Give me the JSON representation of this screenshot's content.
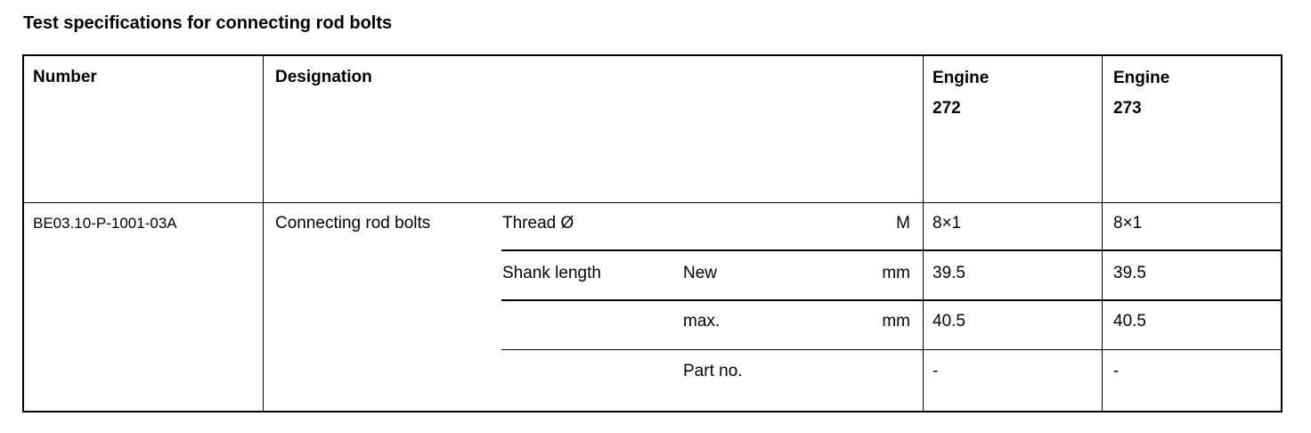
{
  "title": "Test specifications for connecting rod bolts",
  "headers": {
    "number": "Number",
    "designation": "Designation",
    "engine1_line1": "Engine",
    "engine1_line2": "272",
    "engine2_line1": "Engine",
    "engine2_line2": "273"
  },
  "row": {
    "number": "BE03.10-P-1001-03A",
    "designation": "Connecting rod bolts",
    "thread": {
      "label": "Thread Ø",
      "unit": "M",
      "e272": "8×1",
      "e273": "8×1"
    },
    "shank_new": {
      "label": "Shank length",
      "sub": "New",
      "unit": "mm",
      "e272": "39.5",
      "e273": "39.5"
    },
    "shank_max": {
      "sub": "max.",
      "unit": "mm",
      "e272": "40.5",
      "e273": "40.5"
    },
    "part_no": {
      "sub": "Part no.",
      "e272": "-",
      "e273": "-"
    }
  }
}
